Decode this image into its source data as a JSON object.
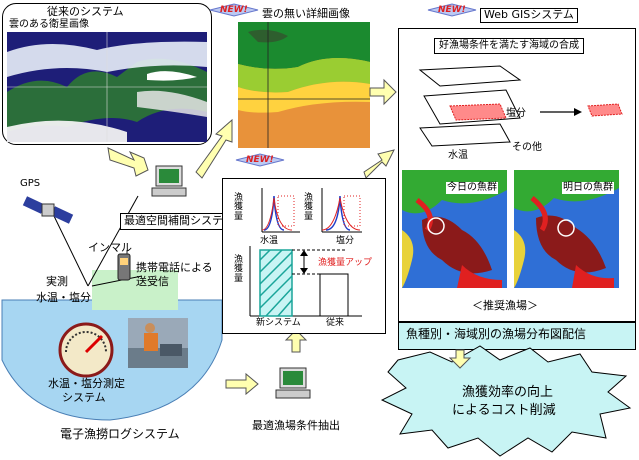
{
  "conventional": {
    "title": "従来のシステム",
    "subtitle": "雲のある衛星画像"
  },
  "cloudless": {
    "title": "雲の無い詳細画像",
    "badge": "NEW!"
  },
  "webgis": {
    "badge": "NEW!",
    "title": "Web GISシステム",
    "synthesis_title": "好漁場条件を満たす海域の合成",
    "salinity": "塩分",
    "water_temp": "水温",
    "other": "その他",
    "today_school": "今日の魚群",
    "tomorrow_school": "明日の魚群",
    "recommended": "＜推奨漁場＞"
  },
  "distribution": {
    "label": "魚種別・海域別の漁場分布図配信"
  },
  "cost": {
    "line1": "漁獲効率の向上",
    "line2": "によるコスト削減"
  },
  "gps": {
    "label": "GPS"
  },
  "optimal_interp": {
    "label": "最適空間補間システム"
  },
  "inmarsat": {
    "label": "インマル"
  },
  "mobile": {
    "line1": "携帯電話による",
    "line2": "送受信"
  },
  "measurement": {
    "line1": "実測",
    "line2": "水温・塩分"
  },
  "sensor": {
    "line1": "水温・塩分測定",
    "line2": "システム"
  },
  "logsystem": {
    "label": "電子漁撈ログシステム"
  },
  "extraction": {
    "label": "最適漁場条件抽出"
  },
  "graph": {
    "badge": "NEW!",
    "catch_left": "漁獲量",
    "catch_mid": "漁獲量",
    "catch_bottom": "漁獲量",
    "temp": "水温",
    "salt": "塩分",
    "increase": "漁獲量アップ",
    "new_system": "新システム",
    "conventional": "従来"
  },
  "colors": {
    "accent_red": "#e02020",
    "teal": "#1aa59a",
    "ocean": "#9fd0ef",
    "cyan_box": "#c8f4f4"
  }
}
